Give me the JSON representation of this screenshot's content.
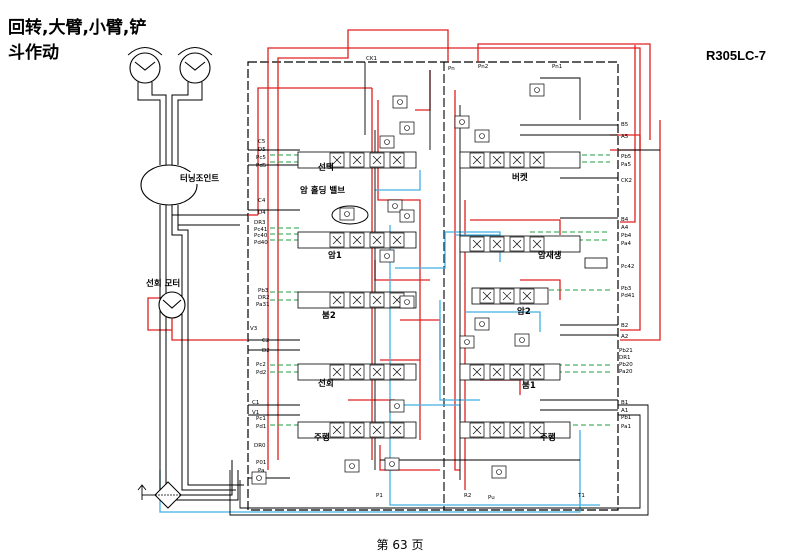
{
  "title": {
    "line1": "回转,大臂,小臂,铲",
    "line2": "斗作动"
  },
  "model": "R305LC-7",
  "footer": "第 63 页",
  "labels": {
    "turning_joint": "터닝조인트",
    "swing_motor": "선회 모터",
    "option": "선택",
    "holding_valve": "암 홀딩 밸브",
    "bucket": "버켓",
    "arm1": "암1",
    "arm_regen": "암재생",
    "boom2": "붐2",
    "arm2": "암2",
    "swing": "선회",
    "boom1": "붐1",
    "travel_left": "주행",
    "travel_right": "주행"
  },
  "ports": {
    "ck1": "CK1",
    "pn": "Pn",
    "pn2": "Pn2",
    "pn1": "Pn1",
    "b5": "B5",
    "a5": "A5",
    "pb5": "Pb5",
    "pa5": "Pa5",
    "ck2": "CK2",
    "c5": "C5",
    "d5": "D5",
    "pc5": "Pc5",
    "pd5": "Pd5",
    "c4": "C4",
    "d4": "D4",
    "dr3": "DR3",
    "pc41": "Pc41",
    "pc40": "Pc40",
    "pd40": "Pd40",
    "b4": "B4",
    "a4": "A4",
    "pb4": "Pb4",
    "pa4": "Pa4",
    "pc42": "Pc42",
    "pb3": "Pb3",
    "dr2": "DR2",
    "pa31": "Pa31",
    "pb3r": "Pb3",
    "pd41": "Pd41",
    "b2": "B2",
    "a2": "A2",
    "v3": "V3",
    "c2": "C2",
    "d2": "D2",
    "pc2": "Pc2",
    "pd2": "Pd2",
    "pb21": "Pb21",
    "dr1": "DR1",
    "pb20": "Pb20",
    "pa20": "Pa20",
    "c1": "C1",
    "v1": "V1",
    "pc1": "Pc1",
    "pd1": "Pd1",
    "dr0": "DR0",
    "b1": "B1",
    "a1": "A1",
    "pb1": "Pb1",
    "pa1": "Pa1",
    "p01": "P01",
    "pa": "Pa",
    "p1": "P1",
    "r2": "R2",
    "pu": "Pu",
    "t1": "T1"
  },
  "colors": {
    "pressure": "#e02020",
    "return": "#40b0e0",
    "pilot": "#20a040",
    "body": "#000000"
  }
}
